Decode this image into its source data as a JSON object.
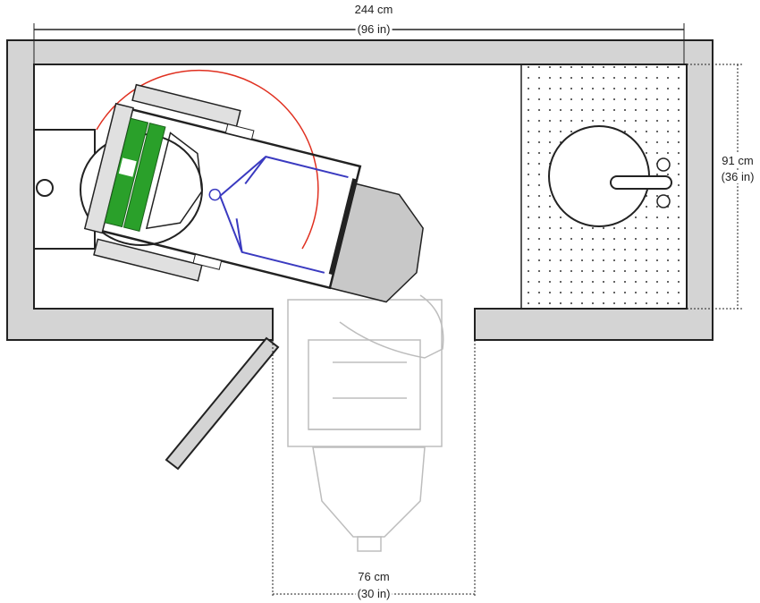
{
  "dimensions": {
    "width": {
      "metric": "244 cm",
      "imperial": "(96 in)"
    },
    "counter_depth": {
      "metric": "91 cm",
      "imperial": "(36 in)"
    },
    "door_opening": {
      "metric": "76 cm",
      "imperial": "(30 in)"
    }
  },
  "colors": {
    "wall": "#d4d4d4",
    "seat": "#2aa02a",
    "frame_blue": "#3a3ac0",
    "turn_arc": "#e03020",
    "footrest": "#c8c8c8"
  },
  "elements": [
    "toilet",
    "wheelchair-turning",
    "wheelchair-entering",
    "sink-counter",
    "door"
  ]
}
